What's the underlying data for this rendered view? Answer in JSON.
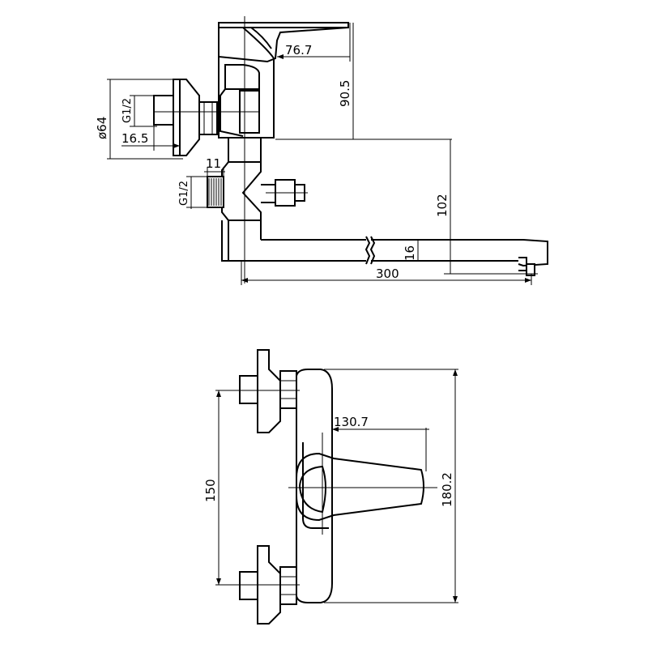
{
  "dimensions": {
    "handle_reach_top": "76.7",
    "body_height_top": "90.5",
    "flange_diameter": "ø64",
    "inlet_thread_upper": "G1/2",
    "inlet_length": "16.5",
    "nut_width": "11",
    "inlet_thread_lower": "G1/2",
    "spout_drop": "102",
    "spout_thickness": "16",
    "spout_length": "300",
    "handle_reach_front": "130.7",
    "inlet_centers": "150",
    "body_height_front": "180.2"
  },
  "colors": {
    "line": "#000000",
    "background": "#ffffff"
  }
}
